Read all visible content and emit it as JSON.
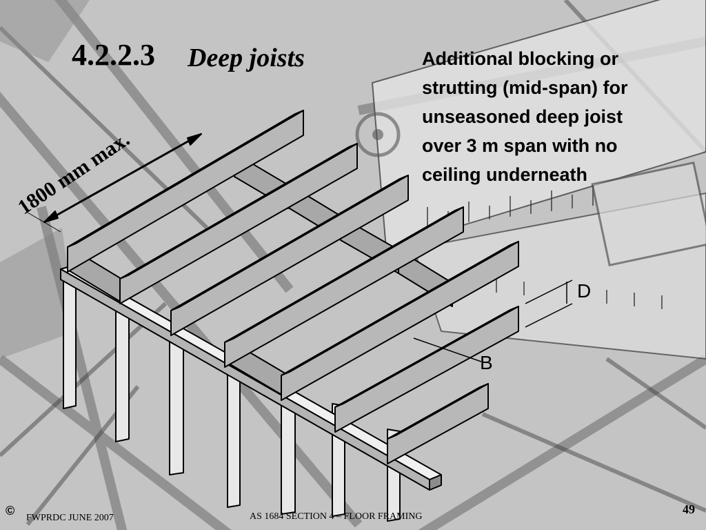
{
  "slide": {
    "section_number": "4.2.2.3",
    "section_title": "Deep joists",
    "note": "Additional blocking or\nstrutting (mid-span) for\nunseasoned deep joist\nover 3 m span with no\nceiling underneath",
    "dimension_label": "1800 mm max.",
    "label_d": "D",
    "label_b": "B",
    "copyright_symbol": "©",
    "footer_left": "FWPRDC JUNE 2007",
    "footer_center": "AS 1684 SECTION 4 – FLOOR FRAMING",
    "page_number": "49"
  },
  "colors": {
    "background": "#bdbdbd",
    "timber_top": "#f4f4f4",
    "timber_side": "#b8b8b8",
    "outline": "#000000"
  },
  "icons": [
    "background-drafting-tools-icon",
    "floor-framing-diagram-icon"
  ]
}
